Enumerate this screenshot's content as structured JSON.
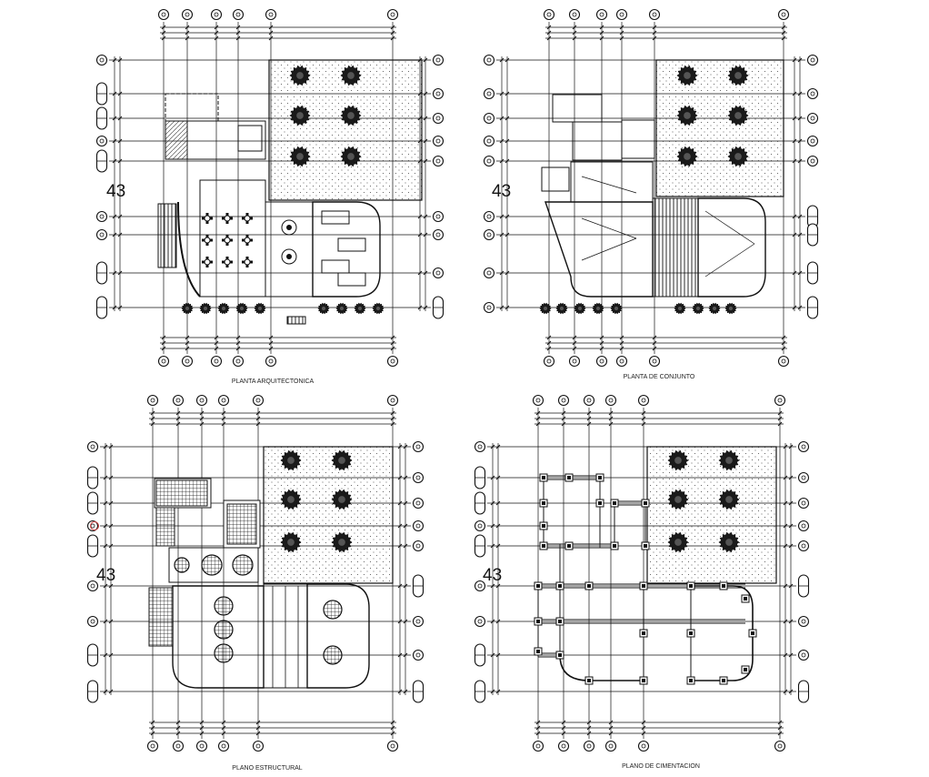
{
  "colors": {
    "ink": "#111111",
    "hatch": "#222222",
    "paper": "#ffffff",
    "marker": "#d04040"
  },
  "plans": [
    {
      "id": "arquitectonica",
      "caption": "PLANTA ARQUITECTONICA",
      "number": "43"
    },
    {
      "id": "conjunto",
      "caption": "PLANTA DE CONJUNTO",
      "number": "43"
    },
    {
      "id": "estructural",
      "caption": "PLANO ESTRUCTURAL",
      "number": "43"
    },
    {
      "id": "cimentacion",
      "caption": "PLANO DE CIMENTACION",
      "number": "43"
    }
  ]
}
